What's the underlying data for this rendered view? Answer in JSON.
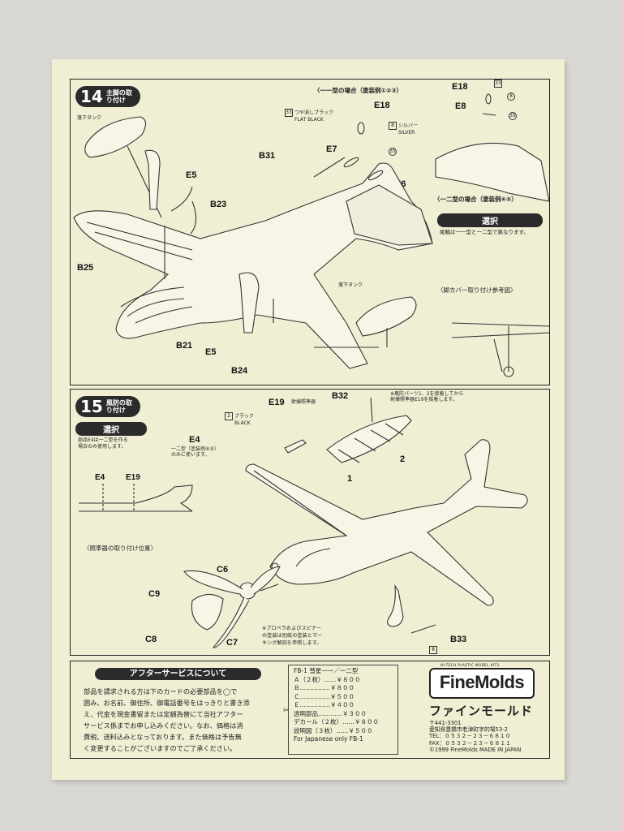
{
  "step14": {
    "number": "14",
    "title": "主脚の取り付け",
    "type11_heading": "〈一一型の場合（塗装例①②③）",
    "type12_heading": "〈一二型の場合（塗装例④⑤）",
    "drop_tank_1": "落下タンク",
    "drop_tank_2": "落下タンク",
    "flat_black_num": "33",
    "flat_black_jp": "つや消しブラック",
    "flat_black_en": "FLAT BLACK",
    "silver_num": "8",
    "silver_jp": "シルバー",
    "silver_en": "SILVER",
    "num35": "35",
    "labels": {
      "e18": "E18",
      "e7": "E7",
      "e6": "E6",
      "b31": "B31",
      "e5": "E5",
      "b23": "B23",
      "b25": "B25",
      "b21": "B21",
      "e5b": "E5",
      "b24": "B24",
      "e18b": "E18",
      "e8": "E8"
    },
    "inset_n33": "33",
    "inset_n8": "8",
    "inset_n35": "35",
    "select_title": "選択",
    "select_text": "尾輪は一一型と一二型で異なります。",
    "gear_cover_ref": "〈脚カバー取り付け参考図〉"
  },
  "step15": {
    "number": "15",
    "title": "風防の取り付け",
    "select_title": "選択",
    "select_text_1": "部品E4は一二型を作る",
    "select_text_2": "場合のみ使用します。",
    "black_num": "2",
    "black_jp": "ブラック",
    "black_en": "BLACK",
    "e19_note": "射爆照準器",
    "type12_note_1": "一二型（塗装例④⑤）",
    "type12_note_2": "のみに使います。",
    "canopy_note_1": "※風防パーツ1、2を接着してから",
    "canopy_note_2": "射爆照準器E19を接着します。",
    "sight_position": "〈照準器の取り付け位置〉",
    "prop_note_1": "※プロペラおよびスピナー",
    "prop_note_2": "の塗装は別紙の塗装とマー",
    "prop_note_3": "キング解説を参照します。",
    "num8": "8",
    "labels": {
      "e19": "E19",
      "b32": "B32",
      "e4": "E4",
      "one": "1",
      "two": "2",
      "e4s": "E4",
      "e19s": "E19",
      "c6": "C6",
      "c9": "C9",
      "c8": "C8",
      "c7": "C7",
      "b33": "B33"
    }
  },
  "after_service": {
    "heading": "アフターサービスについて",
    "body": [
      "部品を請求される方は下のカードの必要部品を◯で",
      "囲み、お名前、御住所、御電話番号をはっきりと書き添",
      "え、代金を現金書留または定額為替にて当社アフター",
      "サービス係までお申し込みください。なお、価格は消",
      "費税、送料込みとなっております。また価格は予告無",
      "く変更することがございますのでご了承ください。"
    ],
    "price_title": "FB-1 彗星一一／一二型",
    "prices": [
      "Ａ（２枚）……￥８００",
      "Ｂ……………￥８００",
      "Ｃ……………￥５００",
      "Ｅ……………￥４００",
      "透明部品…………￥３００",
      "デカール（２枚）……￥８００",
      "説明図（３枚）……￥５００"
    ],
    "price_footer": "For Japanese only FB-1"
  },
  "brand": {
    "logo_small": "HI-TECH PLASTIC MODEL KITS",
    "logo": "FineMolds",
    "kana": "ファインモールド",
    "postal": "〒441-3301",
    "address": "愛知県豊橋市老津町字的場53-2",
    "tel": "TEL：０５３２－２３－６８１０",
    "fax": "FAX：０５３２－２３－６８１１",
    "copyright": "©1999  FineMolds  MADE IN JAPAN"
  }
}
